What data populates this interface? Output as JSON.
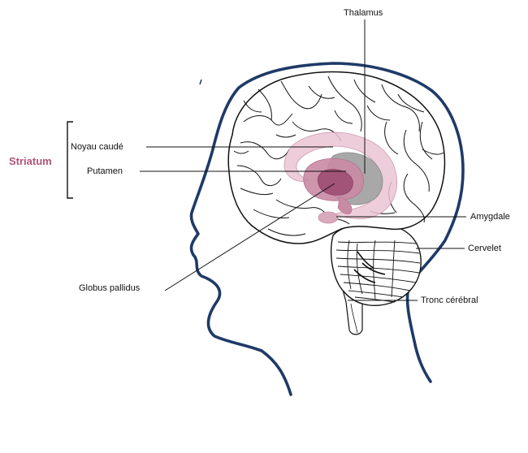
{
  "colors": {
    "head_outline": "#1f3a68",
    "striatum_text": "#b2537a",
    "caudate_fill": "#eac4d2",
    "putamen_fill": "#c98aa4",
    "globus_fill": "#a25476",
    "thalamus_fill": "#a8a8a8",
    "amygdala_fill": "#d9a9bc",
    "leader_line": "#111111"
  },
  "labels": {
    "thalamus": "Thalamus",
    "striatum": "Striatum",
    "noyau_caude": "Noyau caudé",
    "putamen": "Putamen",
    "globus_pallidus": "Globus pallidus",
    "amygdale": "Amygdale",
    "cervelet": "Cervelet",
    "tronc_cerebral": "Tronc cérébral"
  }
}
